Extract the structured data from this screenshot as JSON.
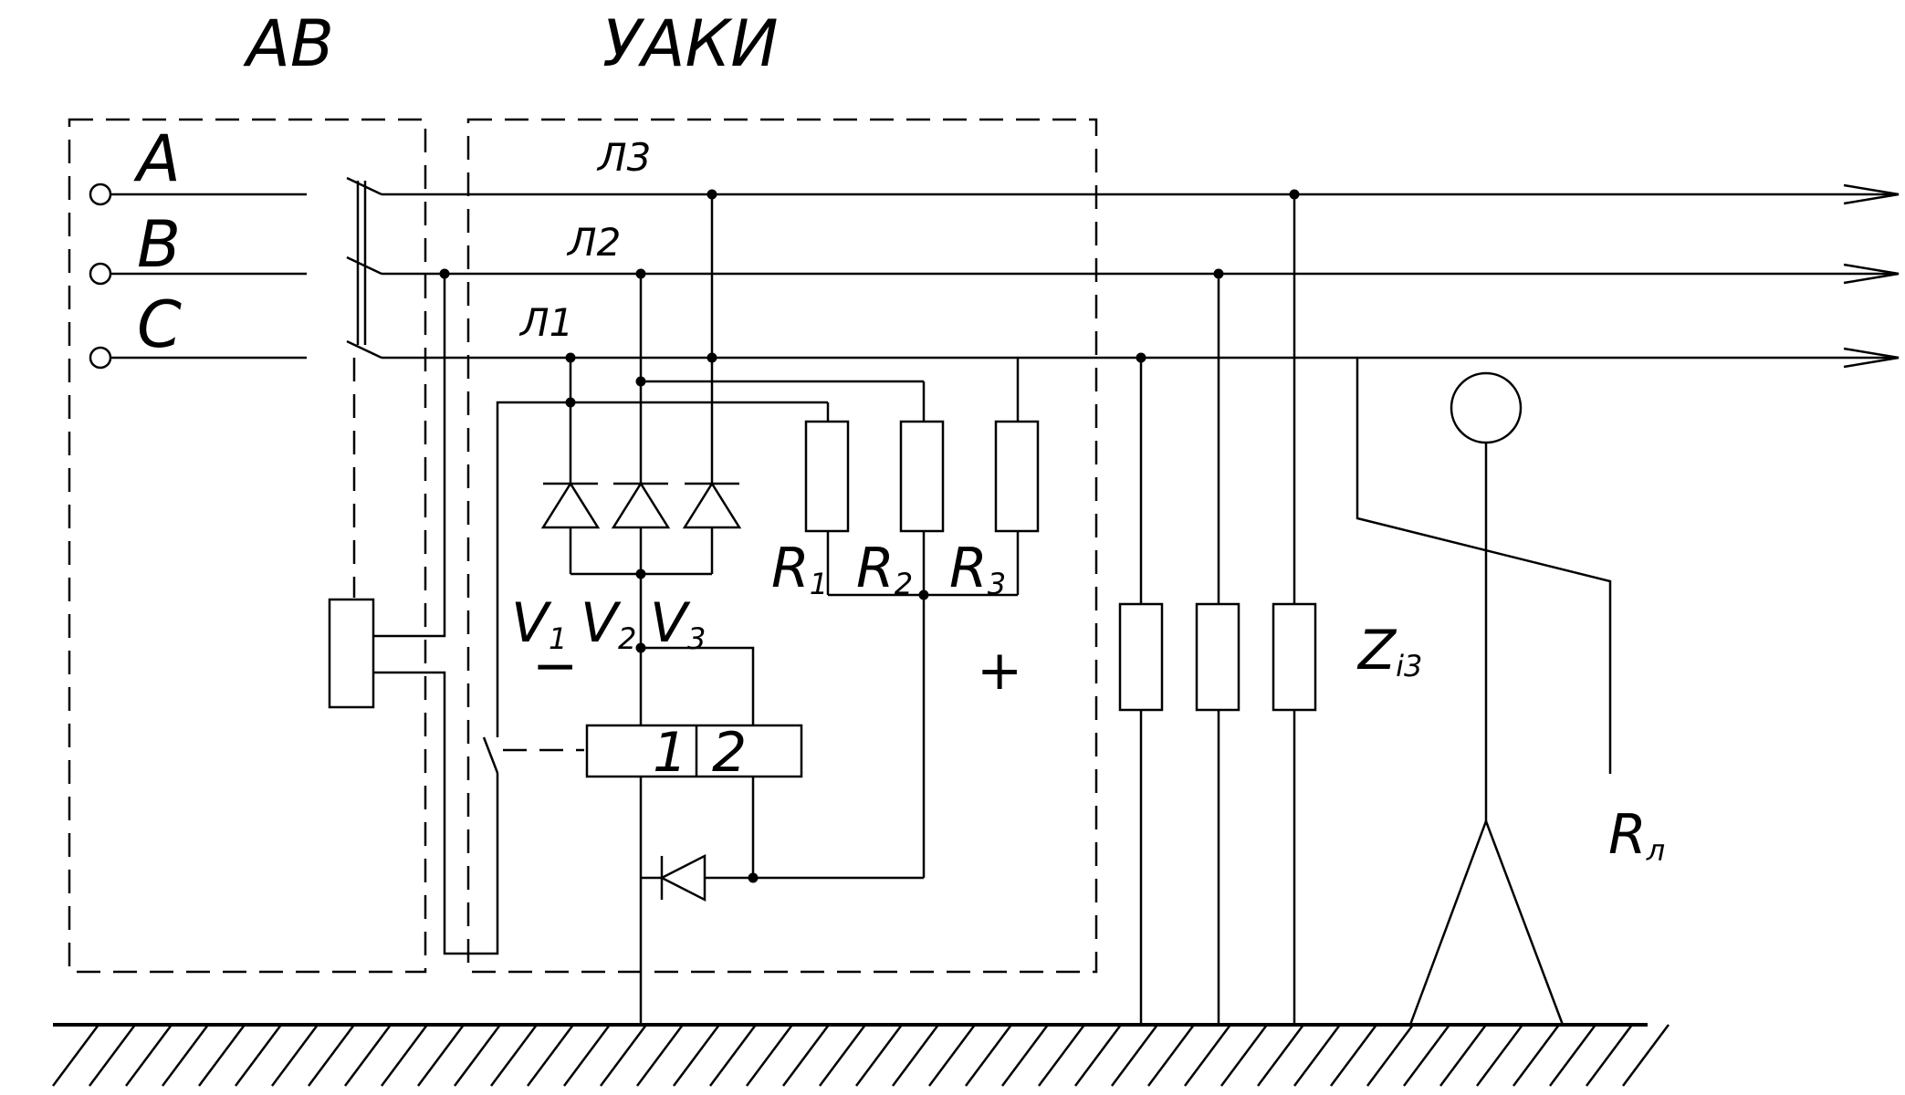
{
  "labels": {
    "av": "АВ",
    "uaki": "УАКИ",
    "phase_a": "A",
    "phase_b": "B",
    "phase_c": "C",
    "line_l3": "Л3",
    "line_l2": "Л2",
    "line_l1": "Л1",
    "r1_letter": "R",
    "r1_index": "1",
    "r2_letter": "R",
    "r2_index": "2",
    "r3_letter": "R",
    "r3_index": "3",
    "v1_letter": "V",
    "v1_index": "1",
    "v2_letter": "V",
    "v2_index": "2",
    "v3_letter": "V",
    "v3_index": "3",
    "minus": "−",
    "plus": "+",
    "coil_1": "1",
    "coil_2": "2",
    "z_letter": "Z",
    "z_index": "i3",
    "rl_letter": "R",
    "rl_index": "л"
  }
}
